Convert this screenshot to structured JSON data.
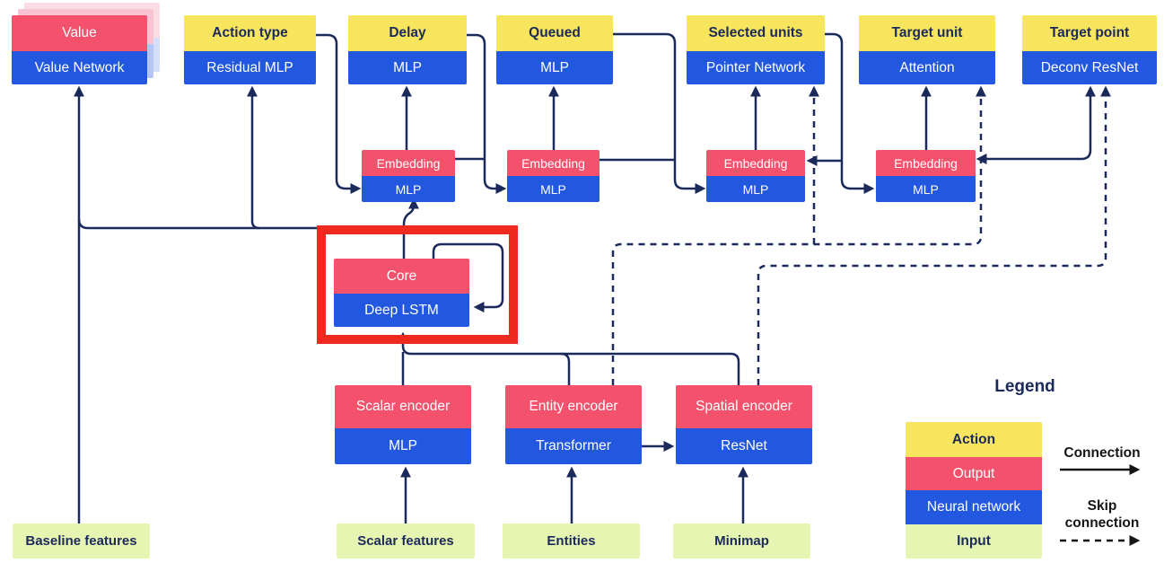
{
  "palette": {
    "action_yellow": "#F8E55E",
    "output_pink": "#F4516C",
    "network_blue": "#2158DF",
    "input_green": "#E6F6B2",
    "line_navy": "#1B2A5B",
    "highlight_red": "#EE2A1E"
  },
  "heads": [
    {
      "action": "Value",
      "network": "Value Network"
    },
    {
      "action": "Action type",
      "network": "Residual MLP"
    },
    {
      "action": "Delay",
      "network": "MLP"
    },
    {
      "action": "Queued",
      "network": "MLP"
    },
    {
      "action": "Selected units",
      "network": "Pointer Network"
    },
    {
      "action": "Target unit",
      "network": "Attention"
    },
    {
      "action": "Target point",
      "network": "Deconv ResNet"
    }
  ],
  "embeddings": [
    {
      "output": "Embedding",
      "network": "MLP"
    },
    {
      "output": "Embedding",
      "network": "MLP"
    },
    {
      "output": "Embedding",
      "network": "MLP"
    },
    {
      "output": "Embedding",
      "network": "MLP"
    }
  ],
  "core": {
    "output": "Core",
    "network": "Deep LSTM"
  },
  "encoders": [
    {
      "output": "Scalar encoder",
      "network": "MLP"
    },
    {
      "output": "Entity encoder",
      "network": "Transformer"
    },
    {
      "output": "Spatial encoder",
      "network": "ResNet"
    }
  ],
  "inputs": [
    {
      "label": "Baseline features"
    },
    {
      "label": "Scalar features"
    },
    {
      "label": "Entities"
    },
    {
      "label": "Minimap"
    }
  ],
  "legend": {
    "title": "Legend",
    "rows": [
      {
        "label": "Action"
      },
      {
        "label": "Output"
      },
      {
        "label": "Neural network"
      },
      {
        "label": "Input"
      }
    ],
    "connection_label": "Connection",
    "skip_connection_label": "Skip connection"
  }
}
